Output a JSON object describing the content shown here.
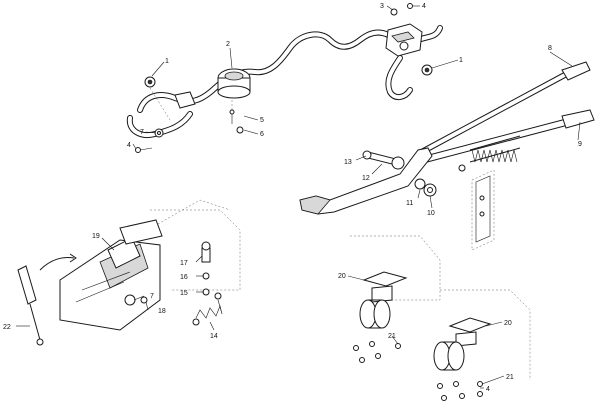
{
  "callouts": [
    {
      "id": "c1a",
      "label": "1"
    },
    {
      "id": "c1b",
      "label": "1"
    },
    {
      "id": "c2",
      "label": "2"
    },
    {
      "id": "c3",
      "label": "3"
    },
    {
      "id": "c4a",
      "label": "4"
    },
    {
      "id": "c4b",
      "label": "4"
    },
    {
      "id": "c4c",
      "label": "4"
    },
    {
      "id": "c5",
      "label": "5"
    },
    {
      "id": "c6",
      "label": "6"
    },
    {
      "id": "c7a",
      "label": "7"
    },
    {
      "id": "c7b",
      "label": "7"
    },
    {
      "id": "c8",
      "label": "8"
    },
    {
      "id": "c9",
      "label": "9"
    },
    {
      "id": "c10",
      "label": "10"
    },
    {
      "id": "c11",
      "label": "11"
    },
    {
      "id": "c12",
      "label": "12"
    },
    {
      "id": "c13",
      "label": "13"
    },
    {
      "id": "c14",
      "label": "14"
    },
    {
      "id": "c15",
      "label": "15"
    },
    {
      "id": "c16",
      "label": "16"
    },
    {
      "id": "c17",
      "label": "17"
    },
    {
      "id": "c18",
      "label": "18"
    },
    {
      "id": "c19",
      "label": "19"
    },
    {
      "id": "c20a",
      "label": "20"
    },
    {
      "id": "c20b",
      "label": "20"
    },
    {
      "id": "c21a",
      "label": "21"
    },
    {
      "id": "c21b",
      "label": "21"
    },
    {
      "id": "c22",
      "label": "22"
    }
  ]
}
